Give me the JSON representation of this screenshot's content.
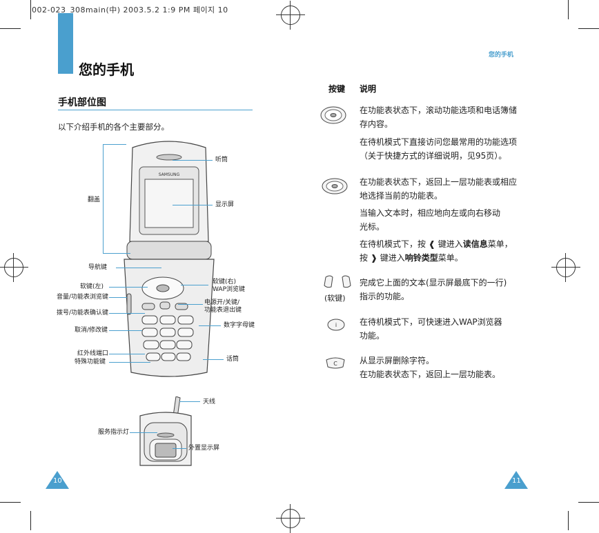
{
  "header": {
    "file_line": "002-023_308main(中)  2003.5.2 1:9 PM      페이지 10"
  },
  "left_page": {
    "chapter_title": "您的手机",
    "section_title": "手机部位图",
    "intro": "以下介绍手机的各个主要部分。",
    "callouts": {
      "earpiece": "听筒",
      "display": "显示屏",
      "flip": "翻盖",
      "nav_key": "导航键",
      "soft_left": "软键(左)",
      "volume": "音量/功能表浏览键",
      "soft_right_1": "软键(右)",
      "soft_right_2": "WAP浏览键",
      "power_1": "电源开/关键/",
      "power_2": "功能表退出键",
      "dial": "拨号/功能表确认键",
      "cancel": "取消/修改键",
      "alnum": "数字字母键",
      "ir_port": "红外线端口",
      "special": "特殊功能键",
      "mic": "话筒",
      "antenna": "天线",
      "service_light": "服务指示灯",
      "ext_display": "外置显示屏"
    },
    "phone_brand": "SAMSUNG",
    "page_number": "10"
  },
  "right_page": {
    "running_title": "您的手机",
    "col_key": "按键",
    "col_desc": "说明",
    "rows": {
      "r1a": "在功能表状态下，滚动功能选项和电话簿储存内容。",
      "r1b": "在待机模式下直接访问您最常用的功能选项（关于快捷方式的详细说明，见95页）。",
      "r2a": "在功能表状态下，返回上一层功能表或相应地选择当前的功能表。",
      "r2b": "当输入文本时，相应地向左或向右移动光标。",
      "r2c_1": "在待机模式下，按",
      "r2c_2": "键进入",
      "r2c_bold1": "读信息",
      "r2c_3": "菜单，",
      "r2c_4": "按",
      "r2c_5": "键进入",
      "r2c_bold2": "响铃类型",
      "r2c_6": "菜单。",
      "r3": "完成它上面的文本(显示屏最底下的一行)指示的功能。",
      "r3_label": "(软键)",
      "r4": "在待机模式下，可快速进入WAP浏览器功能。",
      "r5a": "从显示屏删除字符。",
      "r5b": "在功能表状态下，返回上一层功能表。"
    },
    "page_number": "11"
  }
}
